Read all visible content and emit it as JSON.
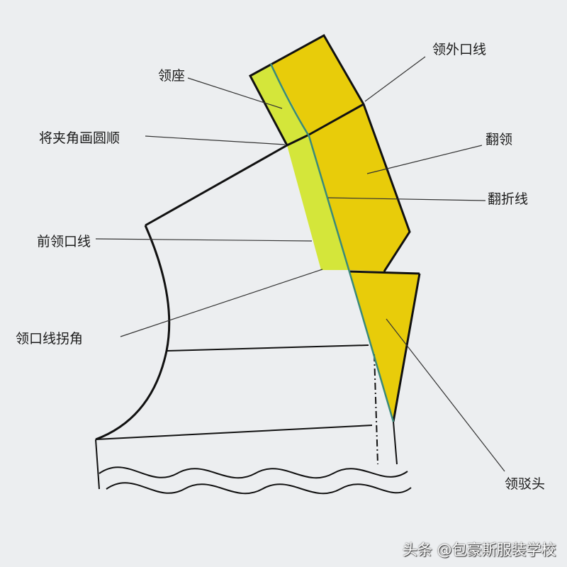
{
  "labels": {
    "collar_stand": "领座",
    "collar_outer_edge": "领外口线",
    "round_corner": "将夹角画圆顺",
    "fall_collar": "翻领",
    "roll_line": "翻折线",
    "front_neckline": "前领口线",
    "neckline_corner": "领口线拐角",
    "lapel_point": "领驳头"
  },
  "watermark": "头条 @包豪斯服装学校",
  "colors": {
    "fall_collar": "#e8cc0a",
    "collar_stand": "#d4e63a",
    "roll_line": "#3a8a7a",
    "background": "#eceef0"
  }
}
